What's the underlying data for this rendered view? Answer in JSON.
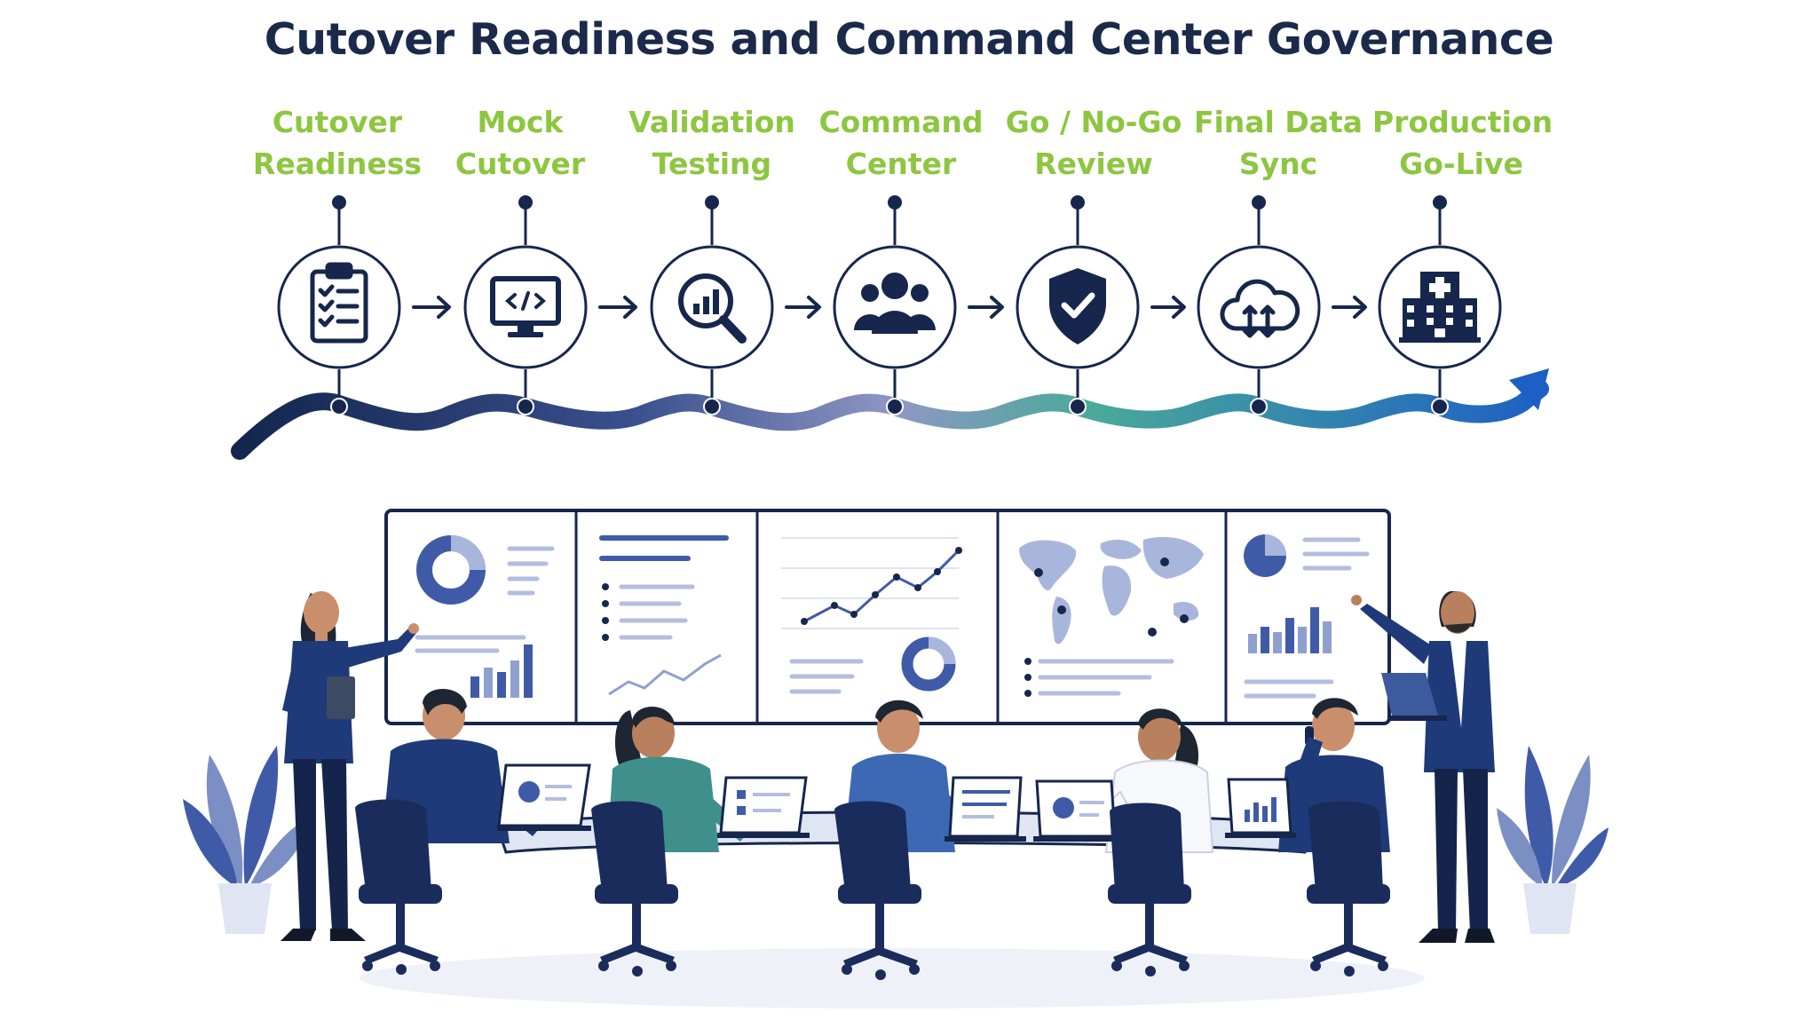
{
  "title": "Cutover Readiness and Command Center Governance",
  "colors": {
    "navy": "#16264d",
    "label_green": "#8dc640",
    "screen_blue": "#3f5ba8",
    "wave_start": "#13264d",
    "wave_mid": "#4aa99a",
    "wave_end": "#1d5fc4"
  },
  "stages": [
    {
      "line1": "Cutover",
      "line2": "Readiness",
      "icon": "clipboard-checklist-icon"
    },
    {
      "line1": "Mock",
      "line2": "Cutover",
      "icon": "code-monitor-icon"
    },
    {
      "line1": "Validation",
      "line2": "Testing",
      "icon": "magnifier-chart-icon"
    },
    {
      "line1": "Command",
      "line2": "Center",
      "icon": "team-group-icon"
    },
    {
      "line1": "Go / No-Go",
      "line2": "Review",
      "icon": "shield-check-icon"
    },
    {
      "line1": "Final Data",
      "line2": "Sync",
      "icon": "cloud-sync-icon"
    },
    {
      "line1": "Production",
      "line2": "Go-Live",
      "icon": "hospital-building-icon"
    }
  ]
}
